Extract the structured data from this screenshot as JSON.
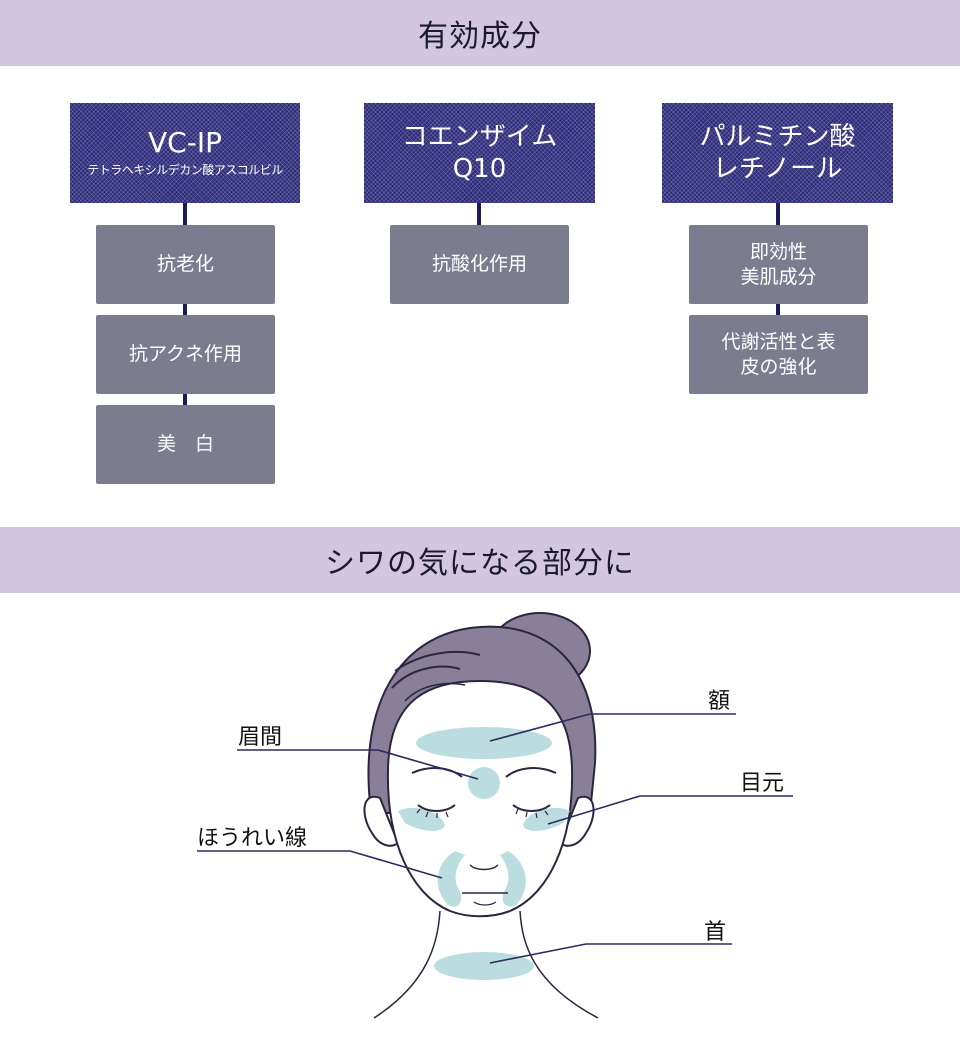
{
  "sections": {
    "ingredients_title": "有効成分",
    "wrinkles_title": "シワの気になる部分に"
  },
  "ingredients": [
    {
      "name_line1": "VC-IP",
      "name_line2": "",
      "subname": "テトラヘキシルデカン酸アスコルビル",
      "effects": [
        "抗老化",
        "抗アクネ作用",
        "美　白"
      ]
    },
    {
      "name_line1": "コエンザイム",
      "name_line2": "Q10",
      "subname": "",
      "effects": [
        "抗酸化作用"
      ]
    },
    {
      "name_line1": "パルミチン酸",
      "name_line2": "レチノール",
      "subname": "",
      "effects": [
        "即効性\n美肌成分",
        "代謝活性と表\n皮の強化"
      ]
    }
  ],
  "face_labels": {
    "forehead": "額",
    "glabella": "眉間",
    "eyes": "目元",
    "nasolabial": "ほうれい線",
    "neck": "首"
  },
  "colors": {
    "band": "#d2c6e1",
    "ingredient_box": "#2c2a7a",
    "effect_box": "#7b7c8e",
    "hair": "#8a7f98",
    "highlight": "#bcdde0"
  }
}
